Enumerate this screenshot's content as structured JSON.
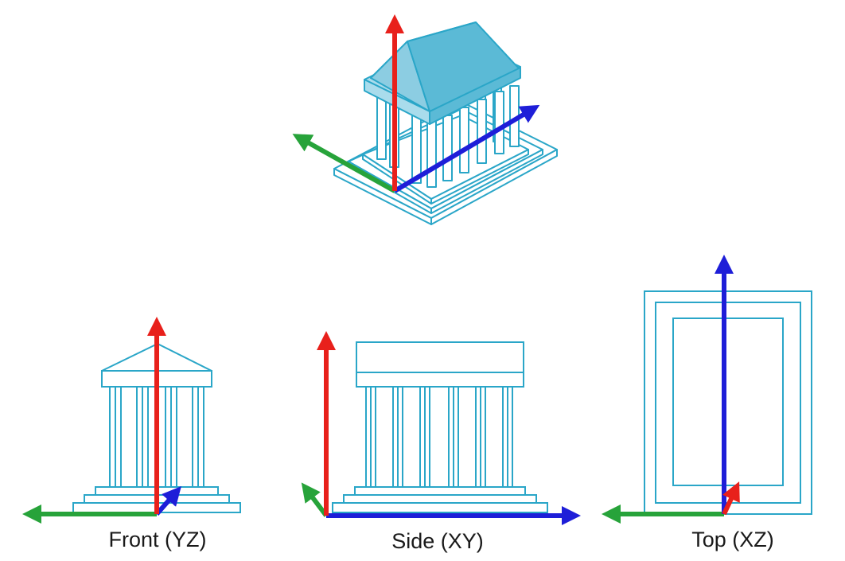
{
  "colors": {
    "outline": "#2aa6c8",
    "roof_fill": "#5bbad6",
    "roof_light": "#a9dcec",
    "x_axis": "#e8201b",
    "y_axis": "#27a33a",
    "z_axis": "#1e1ed8"
  },
  "views": {
    "front": {
      "label": "Front (YZ)"
    },
    "side": {
      "label": "Side (XY)"
    },
    "top": {
      "label": "Top (XZ)"
    }
  }
}
